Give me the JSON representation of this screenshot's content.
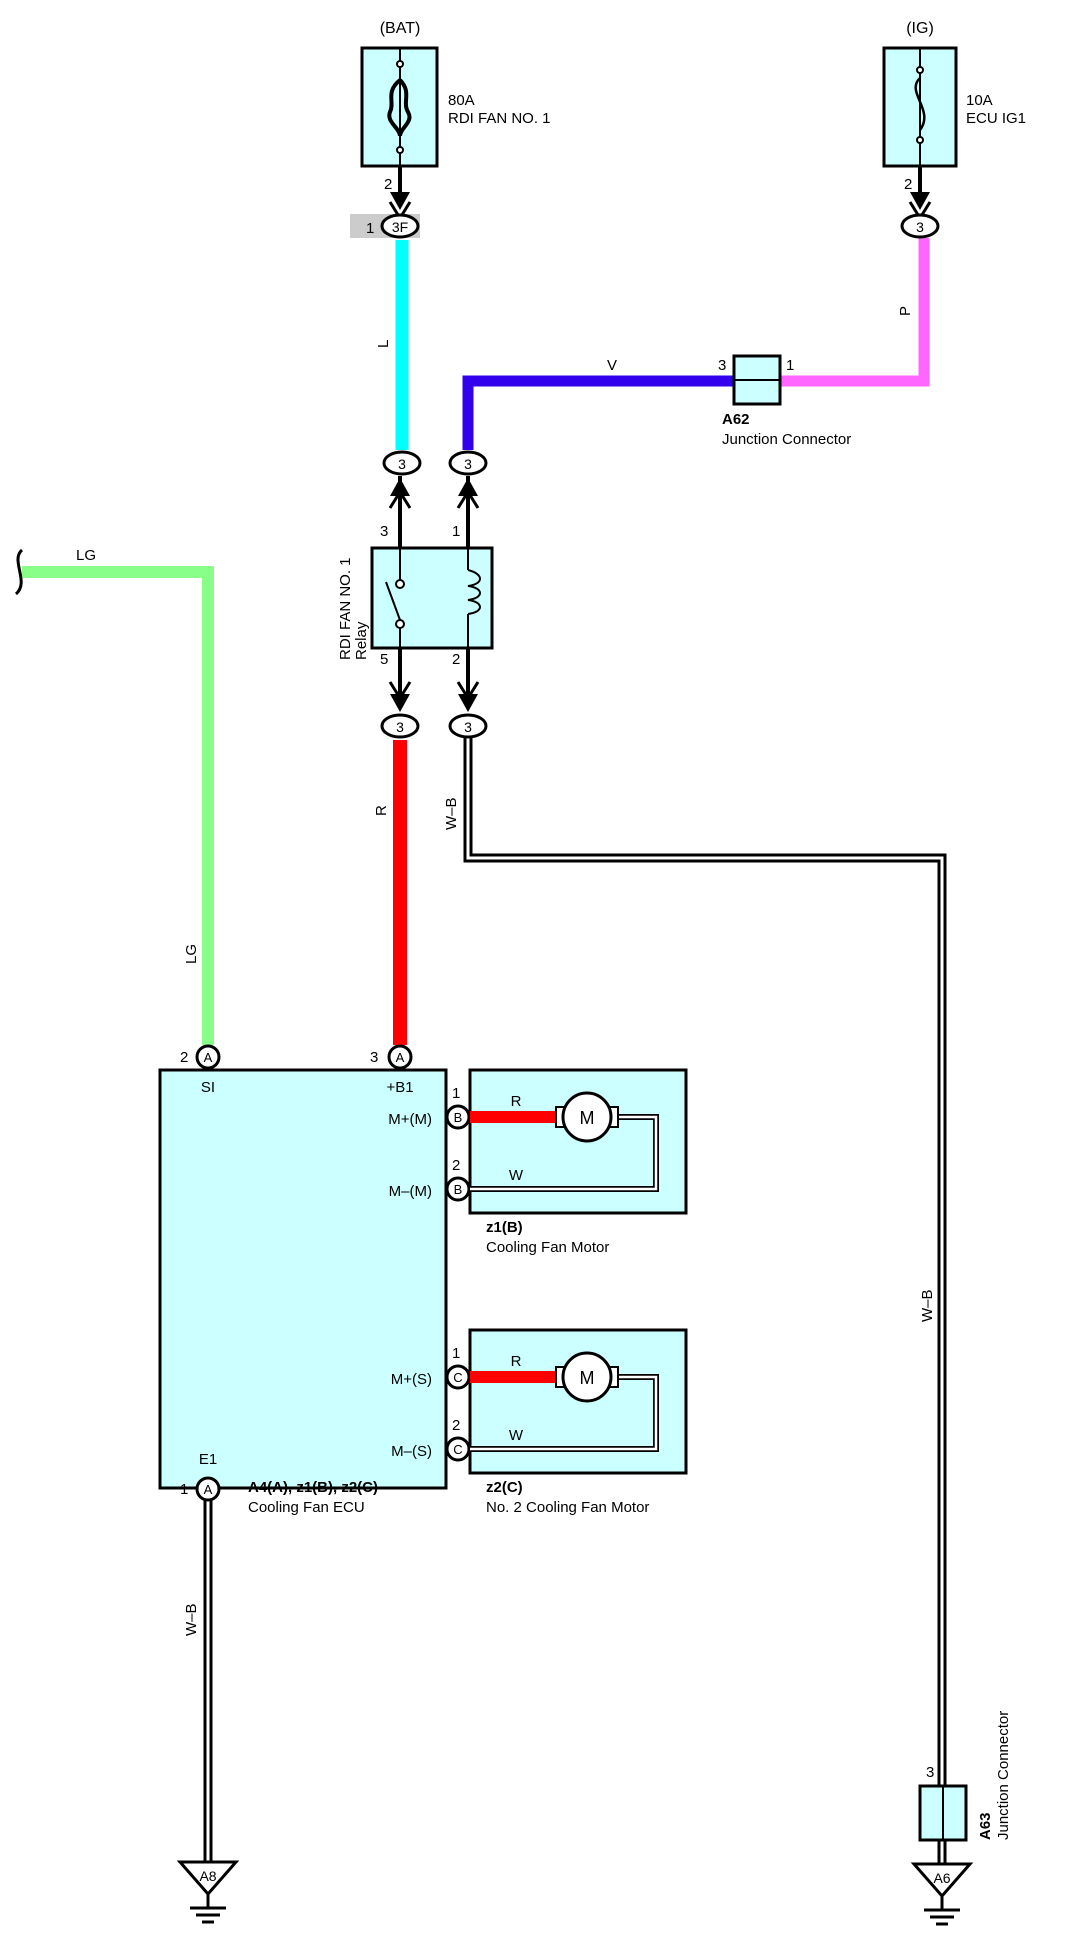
{
  "colors": {
    "component_fill": "#ccffff",
    "wire_L": "#00ffff",
    "wire_P": "#ff66ff",
    "wire_V": "#3300ee",
    "wire_LG": "#88ff88",
    "wire_R": "#ff0000",
    "wire_WB": "#000000",
    "connector_gray": "#cccccc"
  },
  "sources": {
    "bat": "(BAT)",
    "ig": "(IG)"
  },
  "fuses": {
    "bat_fuse": {
      "rating": "80A",
      "name": "RDI FAN NO. 1",
      "pin": "2"
    },
    "ig_fuse": {
      "rating": "10A",
      "name": "ECU IG1",
      "pin": "2"
    }
  },
  "connectors": {
    "c3f": {
      "pin": "1",
      "label": "3F"
    },
    "ig_in": "3",
    "relay_top_left": "3",
    "relay_top_right": "3",
    "relay_bot_left": "3",
    "relay_bot_right": "3",
    "ecu_si": "A",
    "ecu_b1": "A",
    "ecu_e1": "A",
    "mplus_m": "B",
    "mminus_m": "B",
    "mplus_s": "C",
    "mminus_s": "C"
  },
  "wires": {
    "L": "L",
    "P": "P",
    "V": "V",
    "LG_top": "LG",
    "LG_mid": "LG",
    "R_main": "R",
    "WB_relay": "W–B",
    "WB_right": "W–B",
    "WB_left": "W–B",
    "motor1_R": "R",
    "motor1_W": "W",
    "motor2_R": "R",
    "motor2_W": "W"
  },
  "relay": {
    "name_line1": "RDI FAN NO. 1",
    "name_line2": "Relay",
    "pin_3": "3",
    "pin_1": "1",
    "pin_5": "5",
    "pin_2": "2"
  },
  "junction_a62": {
    "id": "A62",
    "name": "Junction Connector",
    "pin_left": "3",
    "pin_right": "1"
  },
  "junction_a63": {
    "id": "A63",
    "name": "Junction Connector",
    "pin": "3"
  },
  "ecu": {
    "id": "A4(A), z1(B), z2(C)",
    "name": "Cooling Fan ECU",
    "term_si": "SI",
    "term_b1": "+B1",
    "term_e1": "E1",
    "term_mplus_m": "M+(M)",
    "term_mminus_m": "M–(M)",
    "term_mplus_s": "M+(S)",
    "term_mminus_s": "M–(S)",
    "pin_si": "2",
    "pin_b1": "3",
    "pin_e1": "1"
  },
  "motor1": {
    "id": "z1(B)",
    "name": "Cooling Fan Motor",
    "symbol": "M",
    "pin_plus": "1",
    "pin_minus": "2"
  },
  "motor2": {
    "id": "z2(C)",
    "name": "No. 2 Cooling Fan Motor",
    "symbol": "M",
    "pin_plus": "1",
    "pin_minus": "2"
  },
  "grounds": {
    "left": "A8",
    "right": "A6"
  }
}
